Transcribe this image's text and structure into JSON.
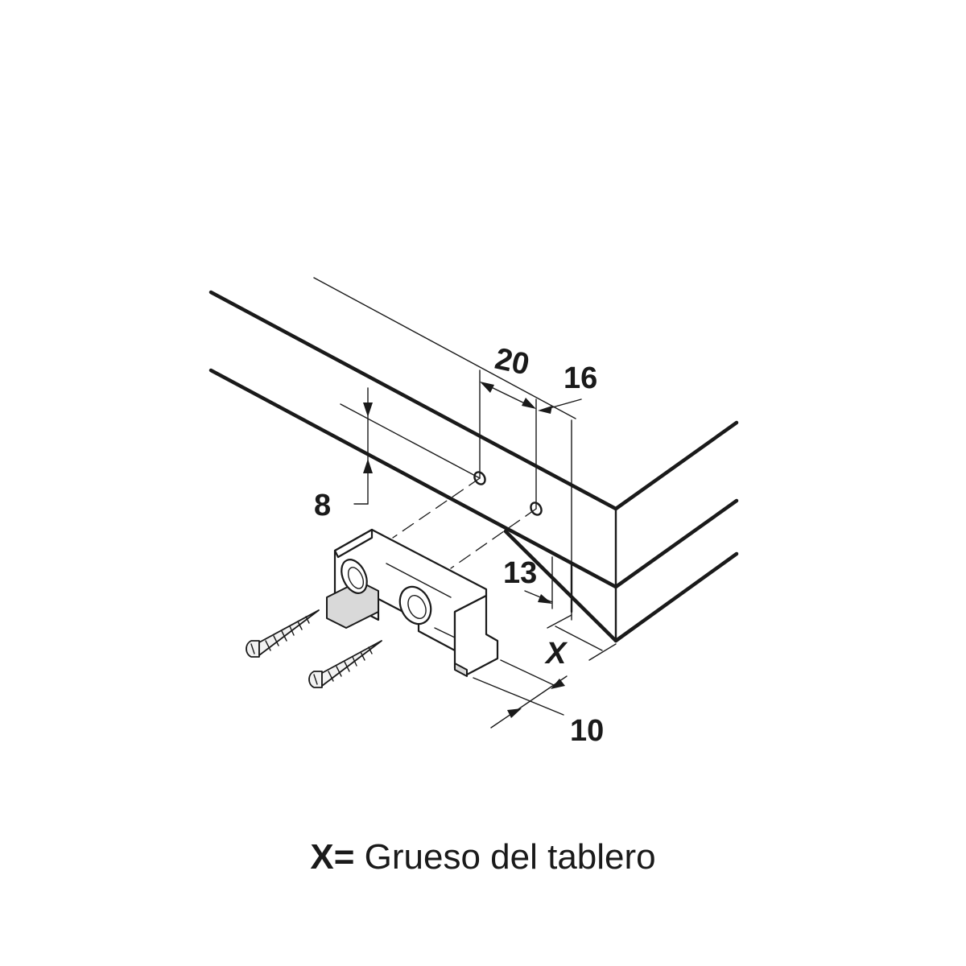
{
  "dimensions": {
    "hole_spacing": "20",
    "edge_offset": "16",
    "height_offset": "8",
    "edge_depth": "13",
    "clip_length": "10",
    "thickness_symbol": "X"
  },
  "caption": {
    "key": "X=",
    "text": "Grueso del tablero"
  }
}
